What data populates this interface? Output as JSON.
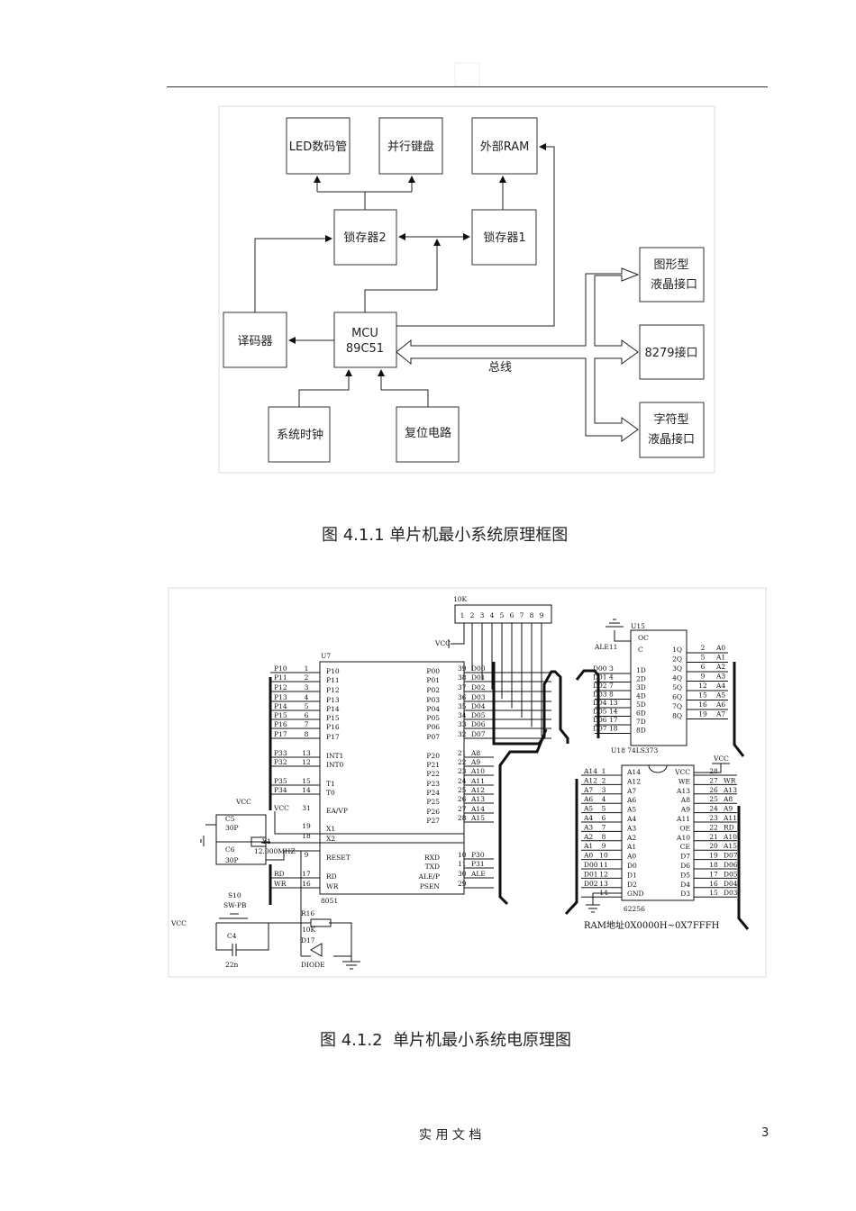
{
  "block_diagram": {
    "led": "LED数码管",
    "keyboard": "并行键盘",
    "ext_ram": "外部RAM",
    "latch2": "锁存器2",
    "latch1": "锁存器1",
    "decoder": "译码器",
    "mcu": [
      "MCU",
      "89C51"
    ],
    "graphic_lcd": [
      "图形型",
      "液晶接口"
    ],
    "kbd8279": "8279接口",
    "char_lcd": [
      "字符型",
      "液晶接口"
    ],
    "clock": "系统时钟",
    "reset": "复位电路",
    "bus": "总线"
  },
  "caption1": "图 4.1.1 单片机最小系统原理框图",
  "caption2": "图 4.1.2  单片机最小系统电原理图",
  "schematic": {
    "u7": {
      "ref": "U7",
      "part": "8051",
      "left_pins": [
        "P10",
        "P11",
        "P12",
        "P13",
        "P14",
        "P15",
        "P16",
        "P17",
        "INT1",
        "INT0",
        "T1",
        "T0",
        "EA/VP",
        "X1",
        "X2",
        "RESET",
        "RD",
        "WR"
      ],
      "left_nums": [
        "1",
        "2",
        "3",
        "4",
        "5",
        "6",
        "7",
        "8",
        "13",
        "12",
        "15",
        "14",
        "31",
        "19",
        "18",
        "9",
        "17",
        "16"
      ],
      "left_nets": [
        "P10",
        "P11",
        "P12",
        "P13",
        "P14",
        "P15",
        "P16",
        "P17",
        "P33",
        "P32",
        "P35",
        "P34",
        "VCC",
        "",
        "",
        "",
        "RD",
        "WR"
      ],
      "right_pins": [
        "P00",
        "P01",
        "P02",
        "P03",
        "P04",
        "P05",
        "P06",
        "P07",
        "P20",
        "P21",
        "P22",
        "P23",
        "P24",
        "P25",
        "P26",
        "P27",
        "RXD",
        "TXD",
        "ALE/P",
        "PSEN"
      ],
      "right_nums": [
        "39",
        "38",
        "37",
        "36",
        "35",
        "34",
        "33",
        "32",
        "21",
        "22",
        "23",
        "24",
        "25",
        "26",
        "27",
        "28",
        "10",
        "11",
        "30",
        "29"
      ],
      "right_nets": [
        "D00",
        "D01",
        "D02",
        "D03",
        "D04",
        "D05",
        "D06",
        "D07",
        "A8",
        "A9",
        "A10",
        "A11",
        "A12",
        "A13",
        "A14",
        "A15",
        "P30",
        "P31",
        "ALE",
        ""
      ]
    },
    "rpack": {
      "value": "10K",
      "pins": [
        "1",
        "2",
        "3",
        "4",
        "5",
        "6",
        "7",
        "8",
        "9"
      ],
      "vcc": "VCC"
    },
    "u15": {
      "ref": "U15",
      "part": "U18  74LS373",
      "oc": "OC",
      "c": "C",
      "ale": "ALE11",
      "d_pins": [
        "1D",
        "2D",
        "3D",
        "4D",
        "5D",
        "6D",
        "7D",
        "8D"
      ],
      "d_nets": [
        "D00  3",
        "D01  4",
        "D02  7",
        "D03  8",
        "D04 13",
        "D05 14",
        "D06 17",
        "D07 18"
      ],
      "q_pins": [
        "1Q",
        "2Q",
        "3Q",
        "4Q",
        "5Q",
        "6Q",
        "7Q",
        "8Q"
      ],
      "q_nums": [
        "2",
        "5",
        "6",
        "9",
        "12",
        "15",
        "16",
        "19"
      ],
      "q_nets": [
        "A0",
        "A1",
        "A2",
        "A3",
        "A4",
        "A5",
        "A6",
        "A7"
      ]
    },
    "ram": {
      "part": "62256",
      "address": "RAM地址0X0000H~0X7FFFH",
      "vcc": "VCC",
      "left_pins": [
        "A14",
        "A12",
        "A7",
        "A6",
        "A5",
        "A4",
        "A3",
        "A2",
        "A1",
        "A0",
        "D0",
        "D1",
        "D2",
        "GND"
      ],
      "left_nums": [
        "1",
        "2",
        "3",
        "4",
        "5",
        "6",
        "7",
        "8",
        "9",
        "10",
        "11",
        "12",
        "13",
        "14"
      ],
      "left_nets": [
        "A14",
        "A12",
        "A7",
        "A6",
        "A5",
        "A4",
        "A3",
        "A2",
        "A1",
        "A0",
        "D00",
        "D01",
        "D02",
        ""
      ],
      "right_pins": [
        "VCC",
        "WE",
        "A13",
        "A8",
        "A9",
        "A11",
        "OE",
        "A10",
        "CE",
        "D7",
        "D6",
        "D5",
        "D4",
        "D3"
      ],
      "right_nums": [
        "28",
        "27",
        "26",
        "25",
        "24",
        "23",
        "22",
        "21",
        "20",
        "19",
        "18",
        "17",
        "16",
        "15"
      ],
      "right_nets": [
        "",
        "WR",
        "A13",
        "A8",
        "A9",
        "A11",
        "RD",
        "A10",
        "A15",
        "D07",
        "D06",
        "D05",
        "D04",
        "D03"
      ]
    },
    "misc": {
      "c5": "C5",
      "c5v": "30P",
      "c6": "C6",
      "c6v": "30P",
      "y1": "Y1",
      "y1v": "12.000MHZ",
      "s10": "S10",
      "s10v": "SW-PB",
      "c4": "C4",
      "c4v": "22n",
      "r16": "R16",
      "r16v": "10K",
      "d17": "D17",
      "d17v": "DIODE",
      "vcc": "VCC",
      "vcc2": "VCC"
    }
  },
  "footer": {
    "text": "实 用 文 档",
    "page": "3"
  }
}
